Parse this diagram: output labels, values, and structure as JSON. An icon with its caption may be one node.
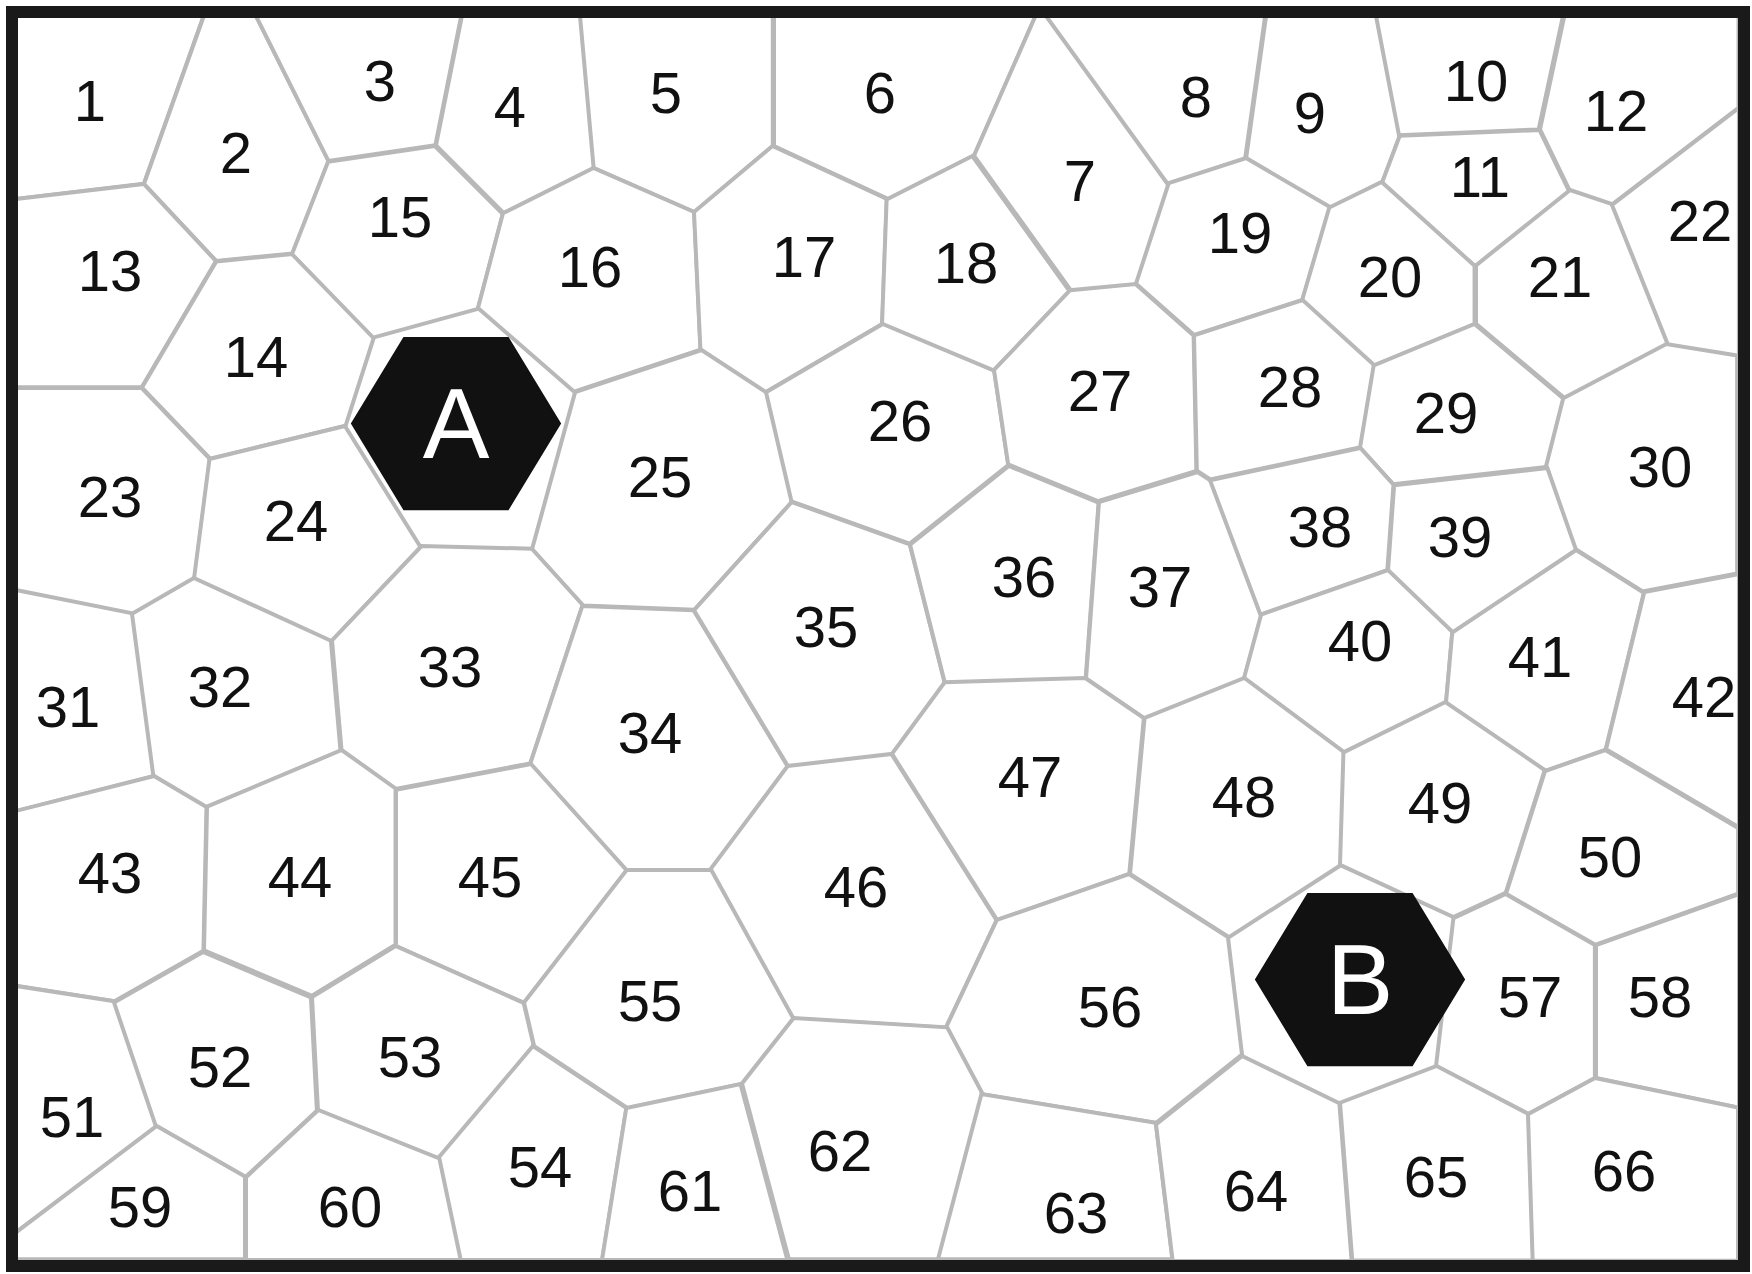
{
  "diagram": {
    "nodes": [
      {
        "text": [
          "1"
        ]
      },
      {
        "text": [
          "2"
        ]
      },
      {
        "text": [
          "3"
        ]
      },
      {
        "text": [
          "4"
        ]
      },
      {
        "text": [
          "5"
        ]
      },
      {
        "text": [
          "6"
        ]
      },
      {
        "text": [
          "7"
        ]
      },
      {
        "text": [
          "8"
        ]
      },
      {
        "text": [
          "9"
        ]
      },
      {
        "text": [
          "10"
        ]
      },
      {
        "text": [
          "11"
        ]
      },
      {
        "text": [
          "12"
        ]
      },
      {
        "text": [
          "13"
        ]
      },
      {
        "text": [
          "14"
        ]
      },
      {
        "text": [
          "15"
        ]
      },
      {
        "text": [
          "16"
        ]
      },
      {
        "text": [
          "17"
        ]
      },
      {
        "text": [
          "18"
        ]
      },
      {
        "text": [
          "19"
        ]
      },
      {
        "text": [
          "20"
        ]
      },
      {
        "text": [
          "21"
        ]
      },
      {
        "text": [
          "22"
        ]
      },
      {
        "text": [
          "23"
        ]
      },
      {
        "text": [
          "24"
        ]
      },
      {
        "text": [
          "25"
        ]
      },
      {
        "text": [
          "26"
        ]
      },
      {
        "text": [
          "27"
        ]
      },
      {
        "text": [
          "28"
        ]
      },
      {
        "text": [
          "29"
        ]
      },
      {
        "text": [
          "30"
        ]
      },
      {
        "text": [
          "31"
        ]
      },
      {
        "text": [
          "32"
        ]
      },
      {
        "text": [
          "33"
        ]
      },
      {
        "text": [
          "34"
        ]
      },
      {
        "text": [
          "35"
        ]
      },
      {
        "text": [
          "36"
        ]
      },
      {
        "text": [
          "37"
        ]
      },
      {
        "text": [
          "38"
        ]
      },
      {
        "text": [
          "39"
        ]
      },
      {
        "text": [
          "40"
        ]
      },
      {
        "text": [
          "41"
        ]
      },
      {
        "text": [
          "42"
        ]
      },
      {
        "text": [
          "43"
        ]
      },
      {
        "text": [
          "44"
        ]
      },
      {
        "text": [
          "45"
        ]
      },
      {
        "text": [
          "46"
        ]
      },
      {
        "text": [
          "47"
        ]
      },
      {
        "text": [
          "48"
        ]
      },
      {
        "text": [
          "49"
        ]
      },
      {
        "text": [
          "50"
        ]
      },
      {
        "text": [
          "51"
        ]
      },
      {
        "text": [
          "52"
        ]
      },
      {
        "text": [
          "53"
        ]
      },
      {
        "text": [
          "54"
        ]
      },
      {
        "text": [
          "55"
        ]
      },
      {
        "text": [
          "56"
        ]
      },
      {
        "text": [
          "57"
        ]
      },
      {
        "text": [
          "58"
        ]
      },
      {
        "text": [
          "59"
        ]
      },
      {
        "text": [
          "60"
        ]
      },
      {
        "text": [
          "61"
        ]
      },
      {
        "text": [
          "62"
        ]
      },
      {
        "text": [
          "63"
        ]
      },
      {
        "text": [
          "64"
        ]
      },
      {
        "text": [
          "65"
        ]
      },
      {
        "text": [
          "66"
        ]
      },
      {
        "text": [
          "A"
        ]
      },
      {
        "text": [
          "B"
        ]
      }
    ]
  }
}
